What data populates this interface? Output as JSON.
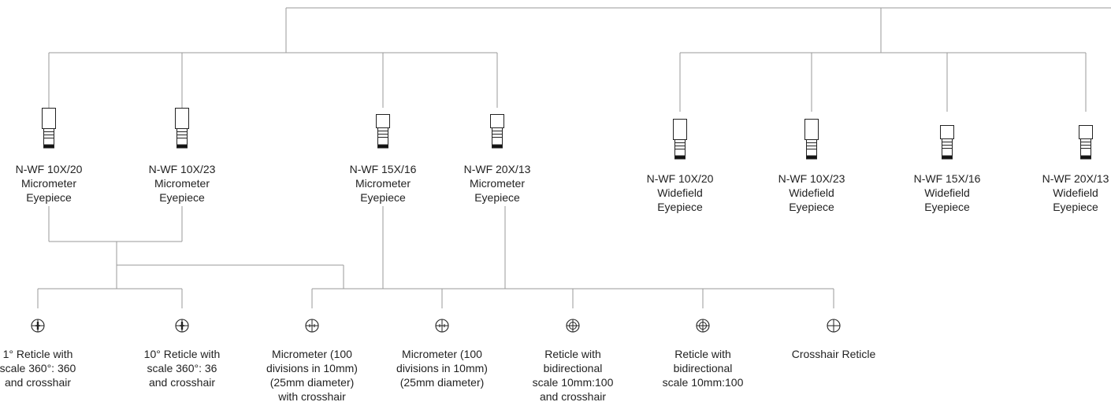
{
  "colors": {
    "line": "#9a9a9a",
    "ink": "#222222",
    "background": "#ffffff"
  },
  "micrometer_eyepieces": [
    {
      "icon": "eyepiece-icon",
      "lines": [
        "N-WF 10X/20",
        "Micrometer",
        "Eyepiece"
      ]
    },
    {
      "icon": "eyepiece-icon",
      "lines": [
        "N-WF 10X/23",
        "Micrometer",
        "Eyepiece"
      ]
    },
    {
      "icon": "eyepiece-icon",
      "lines": [
        "N-WF 15X/16",
        "Micrometer",
        "Eyepiece"
      ]
    },
    {
      "icon": "eyepiece-icon",
      "lines": [
        "N-WF 20X/13",
        "Micrometer",
        "Eyepiece"
      ]
    }
  ],
  "widefield_eyepieces": [
    {
      "icon": "eyepiece-icon",
      "lines": [
        "N-WF 10X/20",
        "Widefield",
        "Eyepiece"
      ]
    },
    {
      "icon": "eyepiece-icon",
      "lines": [
        "N-WF 10X/23",
        "Widefield",
        "Eyepiece"
      ]
    },
    {
      "icon": "eyepiece-icon",
      "lines": [
        "N-WF 15X/16",
        "Widefield",
        "Eyepiece"
      ]
    },
    {
      "icon": "eyepiece-icon",
      "lines": [
        "N-WF 20X/13",
        "Widefield",
        "Eyepiece"
      ]
    }
  ],
  "reticles": [
    {
      "icon": "angle-reticle-icon",
      "lines": [
        "1° Reticle with",
        "scale 360°: 360",
        "and crosshair"
      ]
    },
    {
      "icon": "angle-reticle-icon",
      "lines": [
        "10° Reticle with",
        "scale 360°: 36",
        "and crosshair"
      ]
    },
    {
      "icon": "micrometer-crosshair-reticle-icon",
      "lines": [
        "Micrometer (100",
        "divisions in 10mm)",
        "(25mm diameter)",
        "with crosshair"
      ]
    },
    {
      "icon": "micrometer-reticle-icon",
      "lines": [
        "Micrometer (100",
        "divisions in 10mm)",
        "(25mm diameter)"
      ]
    },
    {
      "icon": "bidirectional-crosshair-reticle-icon",
      "lines": [
        "Reticle with",
        "bidirectional",
        "scale 10mm:100",
        "and crosshair"
      ]
    },
    {
      "icon": "bidirectional-reticle-icon",
      "lines": [
        "Reticle with",
        "bidirectional",
        "scale 10mm:100"
      ]
    },
    {
      "icon": "crosshair-reticle-icon",
      "lines": [
        "Crosshair Reticle"
      ]
    }
  ]
}
